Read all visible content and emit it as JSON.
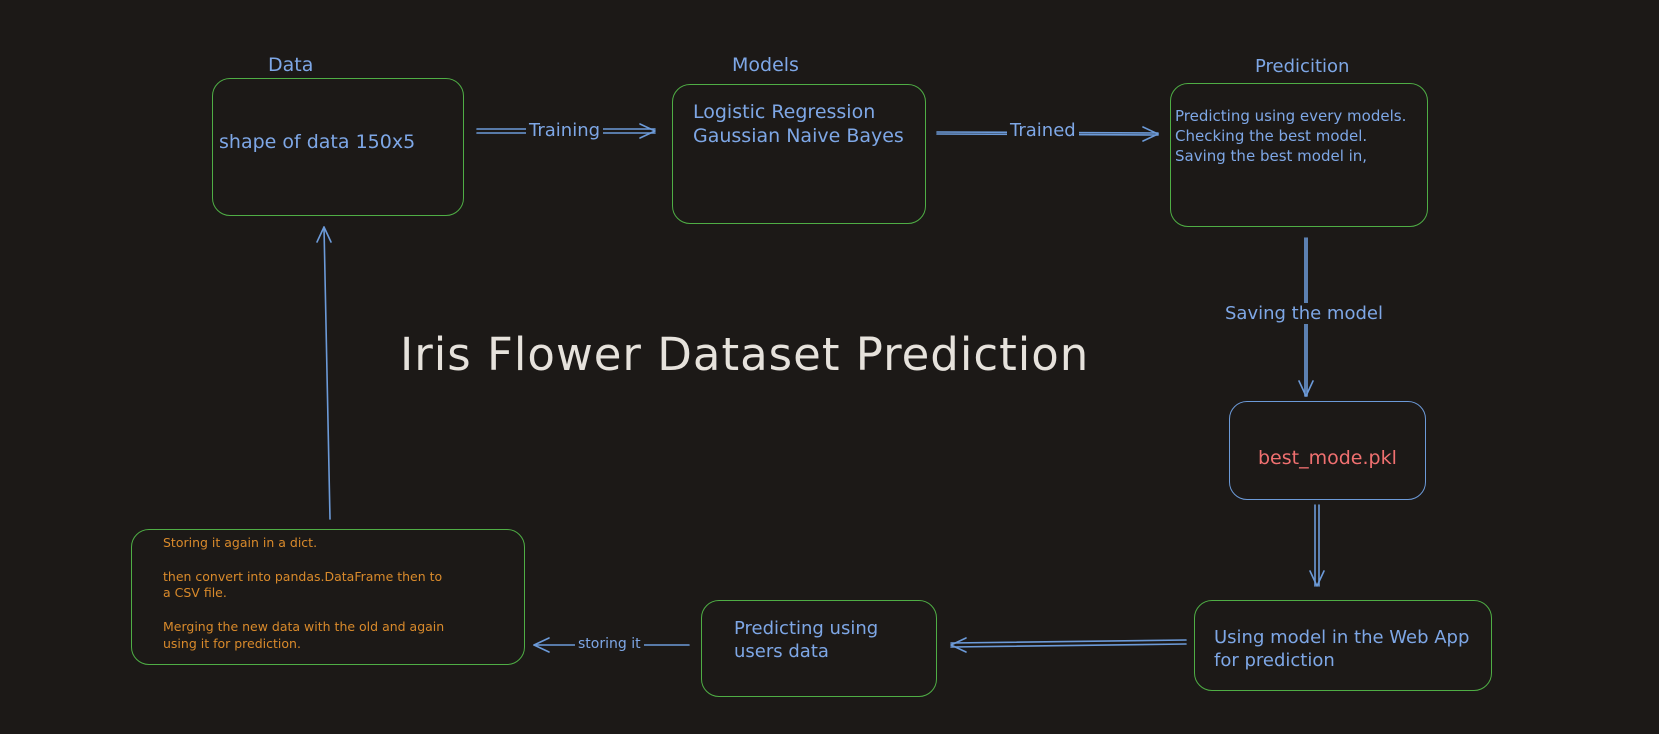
{
  "title": "Iris Flower Dataset Prediction",
  "colors": {
    "background": "#1c1917",
    "box_border_green": "#4fae45",
    "box_border_blue": "#6c9ad8",
    "text_blue": "#7ea7e6",
    "text_orange": "#d98a2b",
    "text_red": "#f07070",
    "title_white": "#e6e2dc"
  },
  "nodes": {
    "data": {
      "heading": "Data",
      "text": "shape of data 150x5"
    },
    "models": {
      "heading": "Models",
      "text": "Logistic Regression\nGaussian Naive Bayes"
    },
    "prediction": {
      "heading": "Predicition",
      "text": "Predicting using every models.\nChecking the best model.\nSaving the best model in,"
    },
    "model_file": {
      "text": "best_mode.pkl"
    },
    "web_app": {
      "text": "Using model in the Web App\nfor prediction"
    },
    "user_predict": {
      "text": "Predicting using\nusers data"
    },
    "storage": {
      "text": "Storing it again in a dict.\n\nthen convert into pandas.DataFrame then to\na CSV file.\n\nMerging the new data with the old and again\nusing it for prediction."
    }
  },
  "edges": {
    "training": "Training",
    "trained": "Trained",
    "saving_model": "Saving the model",
    "storing_it": "storing it"
  }
}
